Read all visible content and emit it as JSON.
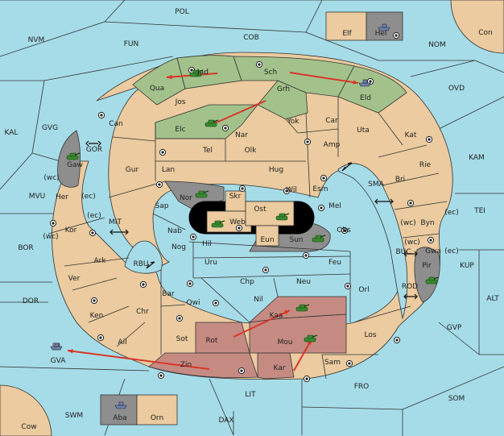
{
  "map_title": "",
  "colors": {
    "sea": "#a6dce8",
    "land": "#ebcb9f",
    "green_power": "#a3c28b",
    "red_power": "#c58b82",
    "gray_region": "#8e8e8e",
    "arrow": "#d9362a",
    "army": "#3a8a2e",
    "fleet": "#6f7fa8"
  },
  "sea_labels": {
    "POL": "POL",
    "NVM": "NVM",
    "FUN": "FUN",
    "COB": "COB",
    "NOM": "NOM",
    "Con": "Con",
    "OVD": "OVD",
    "KAL": "KAL",
    "GVG": "GVG",
    "GOR": "GOR",
    "KAM": "KAM",
    "SMA": "SMA",
    "TEI": "TEI",
    "MVU": "MVU",
    "MIT": "MIT",
    "BOR": "BOR",
    "RBU": "RBU",
    "BUC": "BUC",
    "KUP": "KUP",
    "DOR": "DOR",
    "ROD": "ROD",
    "ALT": "ALT",
    "GVP": "GVP",
    "GVA": "GVA",
    "FRO": "FRO",
    "SOM": "SOM",
    "LIT": "LIT",
    "SWM": "SWM",
    "DAX": "DAX",
    "Cow": "Cow",
    "Elf": "Elf",
    "Hel": "Hel",
    "Aba": "Aba",
    "Orn": "Orn"
  },
  "land_labels": {
    "Jad": "Jad",
    "Sch": "Sch",
    "Qua": "Qua",
    "Eld": "Eld",
    "Jos": "Jos",
    "Grh": "Grh",
    "Can": "Can",
    "Elc": "Elc",
    "Yok": "Yok",
    "Car": "Car",
    "Uta": "Uta",
    "Nar": "Nar",
    "Amp": "Amp",
    "Kat": "Kat",
    "Gaw": "Gaw",
    "Tel": "Tel",
    "Olk": "Olk",
    "Gur": "Gur",
    "Lan": "Lan",
    "Hug": "Hug",
    "Rie": "Rie",
    "Bri": "Bri",
    "Her": "Her",
    "Nor": "Nor",
    "Skr": "Skr",
    "Wil": "Wil",
    "Esm": "Esm",
    "Sap": "Sap",
    "Ost": "Ost",
    "Web": "Web",
    "Mel": "Mel",
    "Byn": "Byn",
    "Kor": "Kor",
    "Nab": "Nab",
    "Eun": "Eun",
    "Obs": "Obs",
    "Gwa": "Gwa",
    "Sun": "Sun",
    "Hil": "Hil",
    "Nog": "Nog",
    "Ark": "Ark",
    "Pir": "Pir",
    "Uru": "Uru",
    "Feu": "Feu",
    "Ver": "Ver",
    "Chp": "Chp",
    "Neu": "Neu",
    "Bar": "Bar",
    "Orl": "Orl",
    "Qwi": "Qwi",
    "Nil": "Nil",
    "Ken": "Ken",
    "Chr": "Chr",
    "Kaa": "Kaa",
    "Rot": "Rot",
    "Los": "Los",
    "Ail": "Ail",
    "Sot": "Sot",
    "Mou": "Mou",
    "Zin": "Zin",
    "Kar": "Kar",
    "Sam": "Sam"
  },
  "coast_tags": {
    "her_wc": "(wc)",
    "her_ec": "(ec)",
    "kor_ec": "(ec)",
    "kor_wc": "(wc)",
    "byn_wc": "(wc)",
    "byn_ec": "(ec)",
    "gwa_wc": "(wc)",
    "gwa_ec": "(ec)"
  },
  "units": [
    {
      "type": "army",
      "owner": "green",
      "at": "Jad"
    },
    {
      "type": "army",
      "owner": "green",
      "at": "Elc"
    },
    {
      "type": "fleet",
      "owner": "green",
      "at": "Eld"
    },
    {
      "type": "army",
      "owner": "green",
      "at": "Gaw"
    },
    {
      "type": "army",
      "owner": "green",
      "at": "Nor"
    },
    {
      "type": "army",
      "owner": "green",
      "at": "Web"
    },
    {
      "type": "army",
      "owner": "green",
      "at": "Ost"
    },
    {
      "type": "army",
      "owner": "green",
      "at": "Sun"
    },
    {
      "type": "army",
      "owner": "green",
      "at": "Pir"
    },
    {
      "type": "fleet",
      "owner": "green",
      "at": "Hel"
    },
    {
      "type": "fleet",
      "owner": "green",
      "at": "Aba"
    },
    {
      "type": "army",
      "owner": "red",
      "at": "Kaa"
    },
    {
      "type": "army",
      "owner": "red",
      "at": "Mou"
    },
    {
      "type": "fleet",
      "owner": "red",
      "at": "GVA"
    }
  ],
  "orders": [
    {
      "from": "Jad",
      "to": "Qua"
    },
    {
      "from": "Sch",
      "to": "Eld"
    },
    {
      "from": "Grh",
      "to": "Elc"
    },
    {
      "from": "Rot",
      "to": "Kaa"
    },
    {
      "from": "Kar",
      "to": "Mou"
    },
    {
      "from": "Zin",
      "to": "GVA"
    }
  ]
}
